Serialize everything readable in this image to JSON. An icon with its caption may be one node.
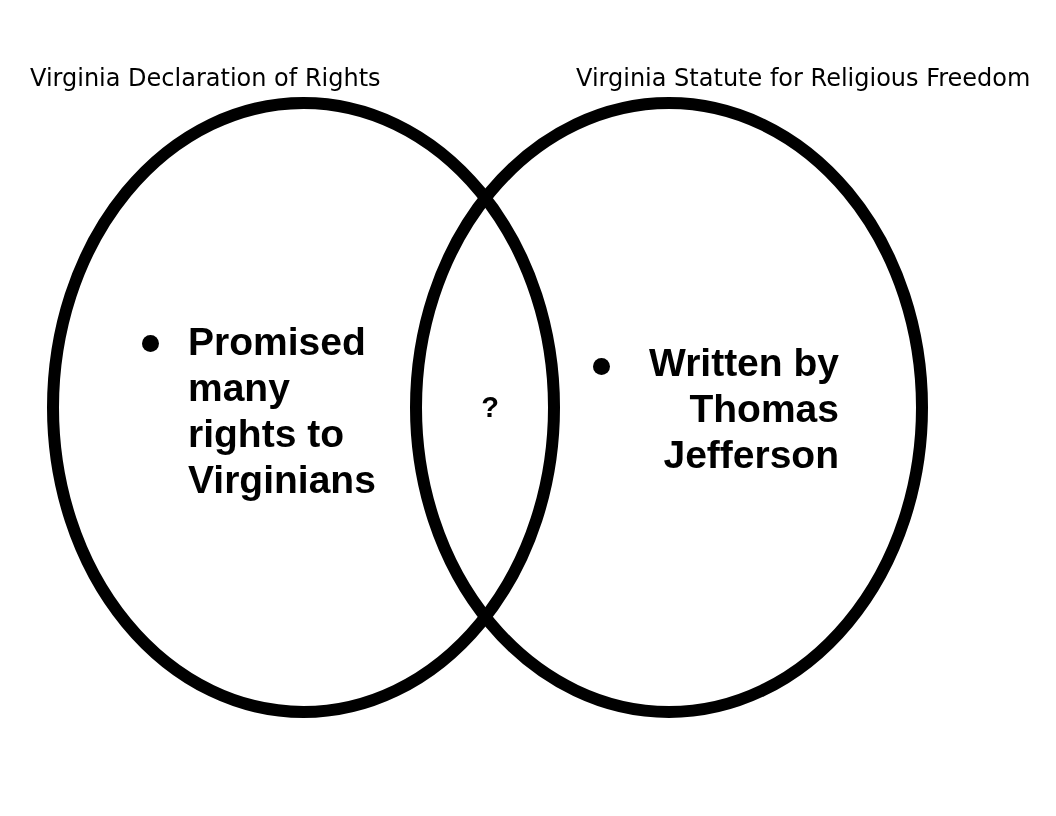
{
  "diagram": {
    "nodes": [
      {
        "text": [
          "Virginia Declaration of Rights",
          "Promised many rights to Virginians"
        ]
      },
      {
        "text": [
          "Virginia Statute for Religious Freedom",
          "Written by Thomas Jefferson"
        ]
      }
    ],
    "labels": [
      "?"
    ]
  }
}
